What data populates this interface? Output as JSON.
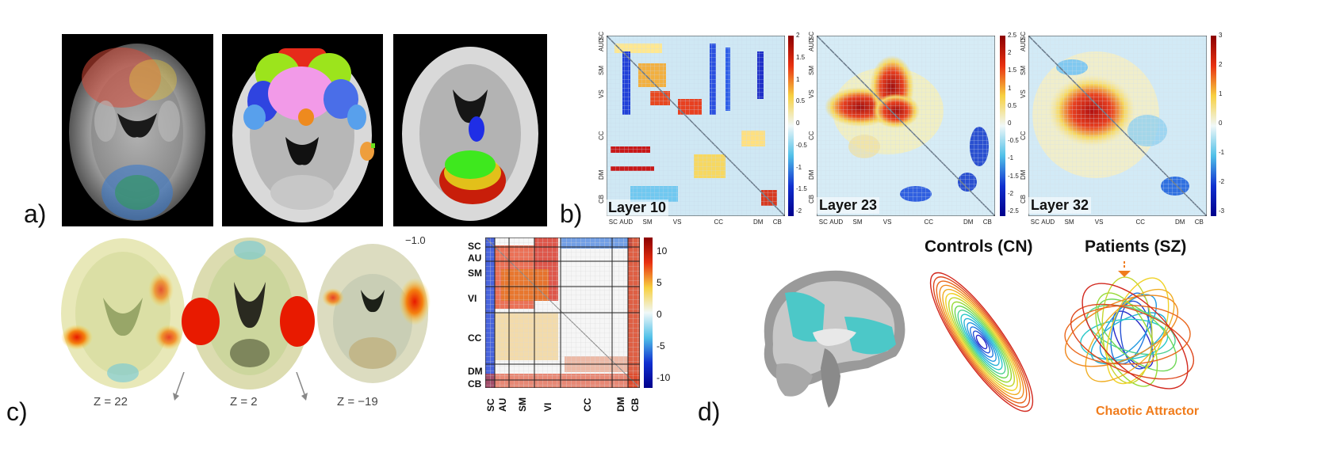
{
  "panels": {
    "a": {
      "letter": "a)"
    },
    "b": {
      "letter": "b)",
      "matrices": [
        {
          "title": "Layer 10",
          "colorbar_ticks": [
            "2",
            "1.5",
            "1",
            "0.5",
            "0",
            "-0.5",
            "-1",
            "-1.5",
            "-2"
          ]
        },
        {
          "title": "Layer 23",
          "colorbar_ticks": [
            "2.5",
            "2",
            "1.5",
            "1",
            "0.5",
            "0",
            "-0.5",
            "-1",
            "-1.5",
            "-2",
            "-2.5"
          ]
        },
        {
          "title": "Layer 32",
          "colorbar_ticks": [
            "3",
            "2",
            "1",
            "0",
            "-1",
            "-2",
            "-3"
          ]
        }
      ],
      "row_labels": [
        "SC",
        "AUD",
        "SM",
        "VS",
        "CC",
        "DM",
        "CB"
      ],
      "col_labels": [
        "SC",
        "AUD",
        "SM",
        "VS",
        "CC",
        "DM",
        "CB"
      ]
    },
    "c": {
      "letter": "c)",
      "corner_value": "−1.0",
      "slices": [
        "Z = 22",
        "Z = 2",
        "Z = −19"
      ],
      "row_labels": [
        "SC",
        "AU",
        "SM",
        "VI",
        "CC",
        "DM",
        "CB"
      ],
      "col_labels": [
        "SC",
        "AU",
        "SM",
        "VI",
        "CC",
        "DM",
        "CB"
      ],
      "colorbar_ticks": [
        "10",
        "5",
        "0",
        "-5",
        "-10"
      ]
    },
    "d": {
      "letter": "d)",
      "controls_title": "Controls (CN)",
      "patients_title": "Patients (SZ)",
      "attractor_label": "Chaotic Attractor"
    }
  },
  "colors": {
    "attractor_label": "#f07c1c",
    "highlight": "#4cc8c8"
  }
}
